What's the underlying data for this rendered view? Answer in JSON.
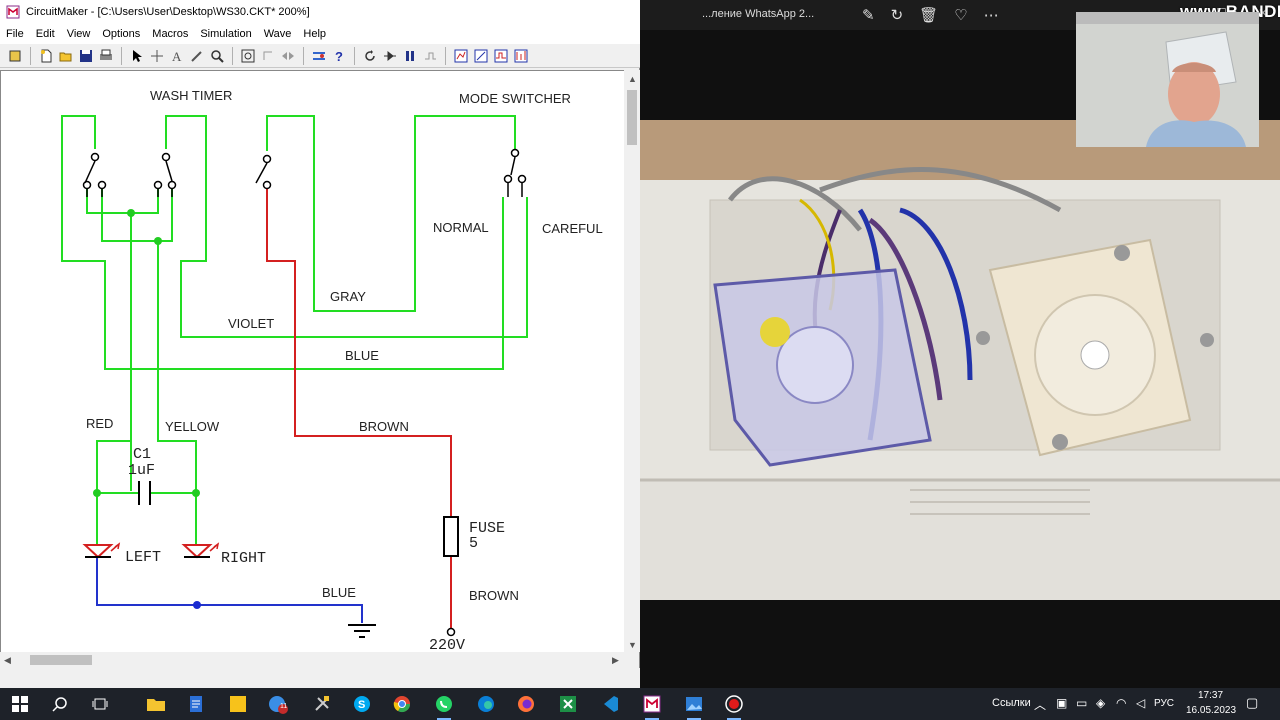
{
  "window": {
    "title": "CircuitMaker - [C:\\Users\\User\\Desktop\\WS30.CKT* 200%]"
  },
  "menu": [
    "File",
    "Edit",
    "View",
    "Options",
    "Macros",
    "Simulation",
    "Wave",
    "Help"
  ],
  "schematic": {
    "labels": {
      "wash_timer": "WASH TIMER",
      "mode_switcher": "MODE SWITCHER",
      "normal": "NORMAL",
      "careful": "CAREFUL",
      "gray": "GRAY",
      "violet": "VIOLET",
      "blue_top": "BLUE",
      "red": "RED",
      "yellow": "YELLOW",
      "brown_top": "BROWN",
      "c1": "C1",
      "c1_value": "1uF",
      "fuse": "FUSE",
      "fuse_value": "5",
      "left": "LEFT",
      "right": "RIGHT",
      "brown_bottom": "BROWN",
      "blue_bottom": "BLUE",
      "supply": "220V"
    },
    "colors": {
      "green_wire": "#22dd22",
      "red_wire": "#d42020",
      "blue_wire": "#2233cc",
      "junction_green": "#22cc22",
      "junction_blue": "#1a2bd0"
    }
  },
  "viewer": {
    "watermark": "www.BANDICAM.com",
    "caption": "...ление WhatsApp 2..."
  },
  "taskbar": {
    "tray_label": "Ссылки",
    "language": "РУС",
    "time": "17:37",
    "date": "16.05.2023",
    "mail_badge": "11"
  }
}
